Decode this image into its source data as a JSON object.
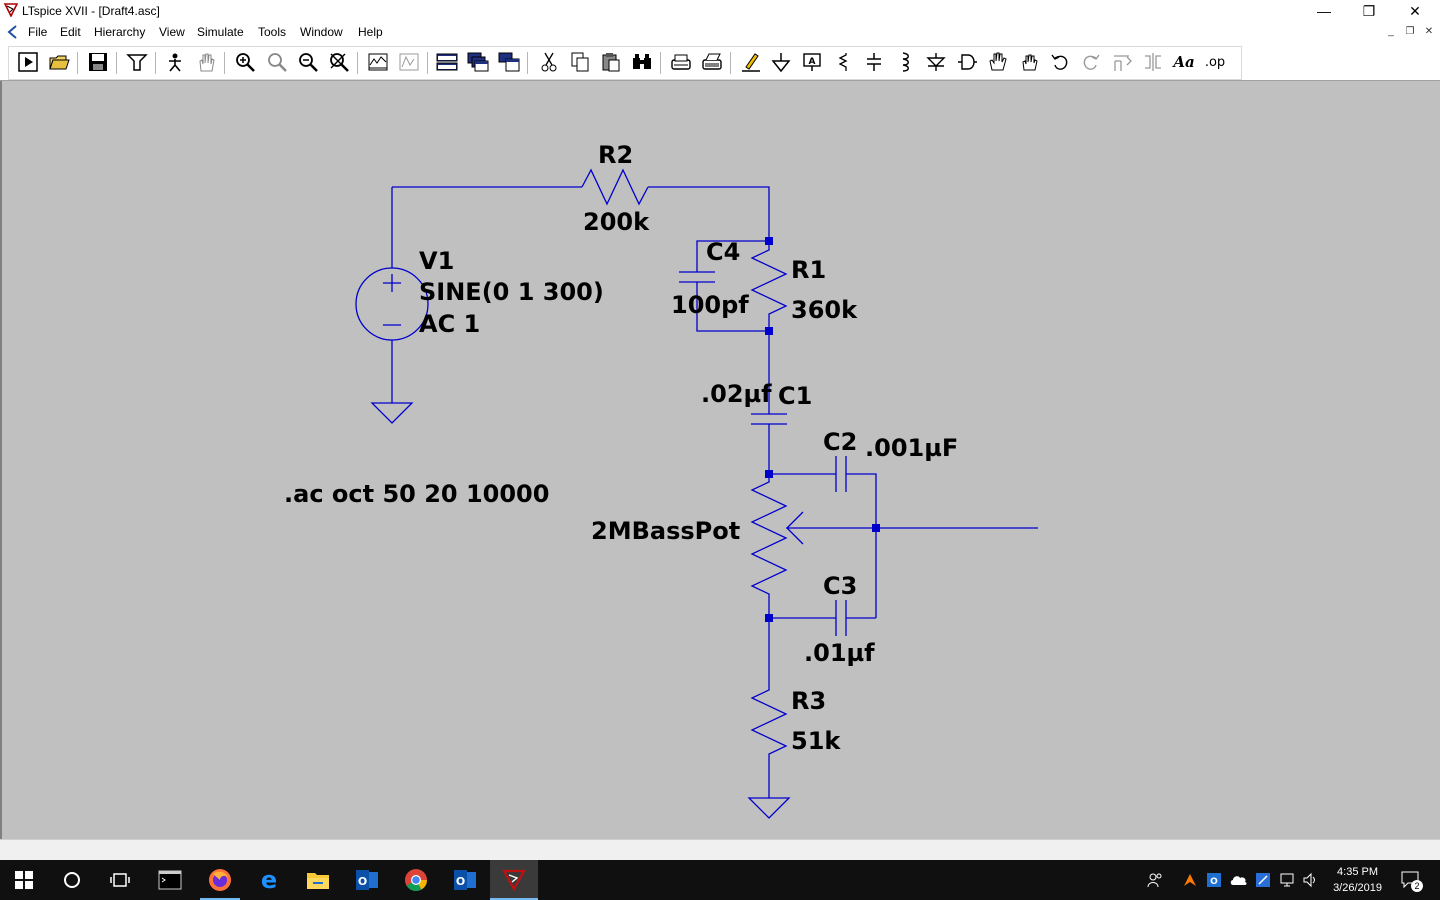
{
  "window": {
    "title": "LTspice XVII - [Draft4.asc]",
    "controls": {
      "minimize": "—",
      "restore": "❐",
      "close": "✕"
    }
  },
  "menu": [
    {
      "label": "File"
    },
    {
      "label": "Edit"
    },
    {
      "label": "Hierarchy"
    },
    {
      "label": "View"
    },
    {
      "label": "Simulate"
    },
    {
      "label": "Tools"
    },
    {
      "label": "Window"
    },
    {
      "label": "Help"
    }
  ],
  "mdi_controls": {
    "minimize": "_",
    "restore": "❐",
    "close": "✕"
  },
  "toolbar": {
    "buttons": [
      {
        "icon": "run-icon"
      },
      {
        "icon": "open-icon"
      },
      {
        "icon": "save-icon"
      },
      {
        "icon": "control-panel-icon"
      },
      {
        "icon": "halt-icon"
      },
      {
        "icon": "pan-icon"
      },
      {
        "icon": "zoom-in-icon"
      },
      {
        "icon": "zoom-fit-icon"
      },
      {
        "icon": "zoom-out-icon"
      },
      {
        "icon": "zoom-cancel-icon"
      },
      {
        "icon": "plot-settings-icon"
      },
      {
        "icon": "waveform-icon"
      },
      {
        "icon": "tile-horizontal-icon"
      },
      {
        "icon": "cascade-icon"
      },
      {
        "icon": "tile-vertical-icon"
      },
      {
        "icon": "cut-icon"
      },
      {
        "icon": "copy-icon"
      },
      {
        "icon": "paste-icon"
      },
      {
        "icon": "find-icon"
      },
      {
        "icon": "print-icon"
      },
      {
        "icon": "print-setup-icon"
      },
      {
        "icon": "draw-wire-icon"
      },
      {
        "icon": "ground-icon"
      },
      {
        "icon": "label-net-icon"
      },
      {
        "icon": "resistor-icon"
      },
      {
        "icon": "capacitor-icon"
      },
      {
        "icon": "inductor-icon"
      },
      {
        "icon": "diode-icon"
      },
      {
        "icon": "component-icon"
      },
      {
        "icon": "move-icon"
      },
      {
        "icon": "drag-icon"
      },
      {
        "icon": "undo-icon"
      },
      {
        "icon": "redo-icon"
      },
      {
        "icon": "rotate-icon"
      },
      {
        "icon": "mirror-icon"
      },
      {
        "icon": "text-icon"
      },
      {
        "icon": "spice-directive-icon"
      }
    ],
    "text_button": "Aa",
    "op_button": ".op"
  },
  "schematic": {
    "wire_color": "#0000cc",
    "labels": {
      "r2_name": "R2",
      "r2_value": "200k",
      "v1_name": "V1",
      "v1_value": "SINE(0 1 300)",
      "v1_ac": "AC 1",
      "c4_name": "C4",
      "c4_value": "100pf",
      "r1_name": "R1",
      "r1_value": "360k",
      "c1_value": ".02µf",
      "c1_name": "C1",
      "c2_name": "C2",
      "c2_value": ".001µF",
      "ac_directive": ".ac oct 50 20 10000",
      "pot_name": "2MBassPot",
      "c3_name": "C3",
      "c3_value": ".01µf",
      "r3_name": "R3",
      "r3_value": "51k"
    }
  },
  "taskbar": {
    "apps": [
      {
        "icon": "windows-start-icon"
      },
      {
        "icon": "cortana-icon"
      },
      {
        "icon": "task-view-icon"
      },
      {
        "icon": "terminal-icon"
      },
      {
        "icon": "firefox-icon"
      },
      {
        "icon": "edge-icon"
      },
      {
        "icon": "file-explorer-icon"
      },
      {
        "icon": "outlook-icon"
      },
      {
        "icon": "chrome-icon"
      },
      {
        "icon": "outlook-icon"
      },
      {
        "icon": "ltspice-icon"
      }
    ],
    "clock_time": "4:35 PM",
    "clock_date": "3/26/2019",
    "notification_count": "2"
  }
}
